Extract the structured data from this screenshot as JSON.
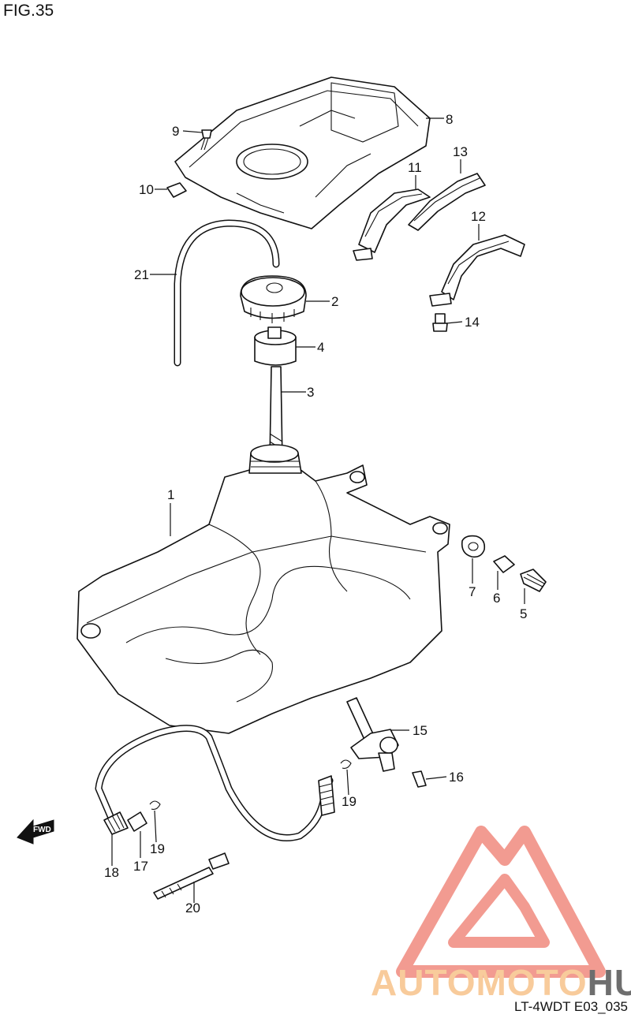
{
  "figure": {
    "title": "FIG.35",
    "code": "LT-4WDT E03_035"
  },
  "fwd_badge": "FWD",
  "callouts": [
    "1",
    "2",
    "3",
    "4",
    "5",
    "6",
    "7",
    "8",
    "9",
    "10",
    "11",
    "12",
    "13",
    "14",
    "15",
    "16",
    "17",
    "18",
    "19",
    "19",
    "20",
    "21"
  ],
  "watermark": {
    "word_part1": "AUTO",
    "word_part2": "MOTO",
    "word_part3": "HUB",
    "color_light": "#f7c38a",
    "color_mid": "#f08a7e",
    "color_dark": "#555555"
  }
}
